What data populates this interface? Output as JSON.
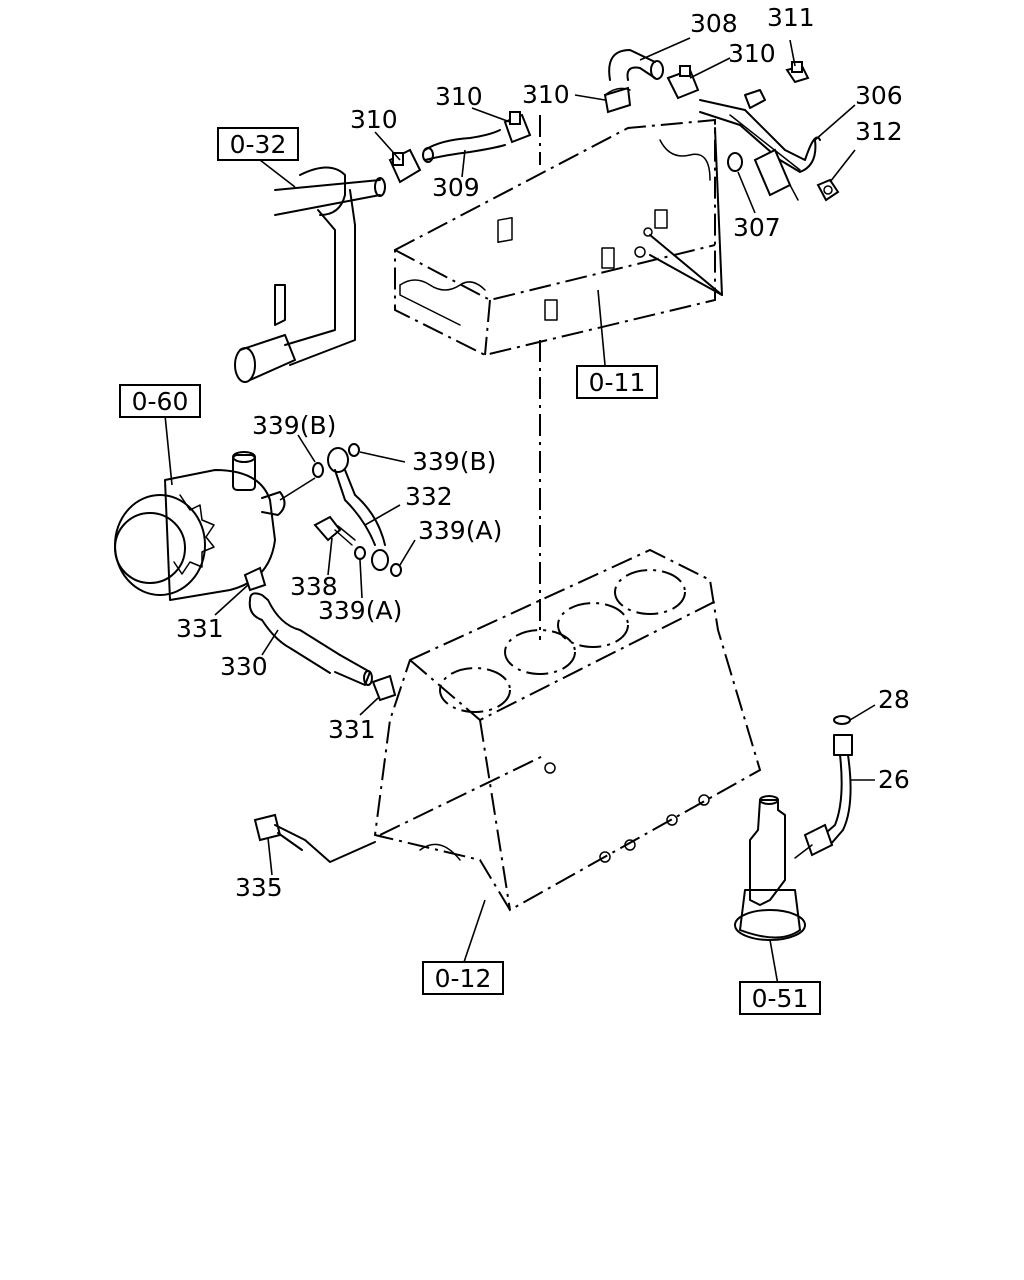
{
  "ref_boxes": [
    {
      "id": "ref-0-32",
      "text": "0-32"
    },
    {
      "id": "ref-0-11",
      "text": "0-11"
    },
    {
      "id": "ref-0-60",
      "text": "0-60"
    },
    {
      "id": "ref-0-12",
      "text": "0-12"
    },
    {
      "id": "ref-0-51",
      "text": "0-51"
    }
  ],
  "part_labels": [
    {
      "id": "p308",
      "text": "308"
    },
    {
      "id": "p311",
      "text": "311"
    },
    {
      "id": "p310a",
      "text": "310"
    },
    {
      "id": "p310b",
      "text": "310"
    },
    {
      "id": "p310c",
      "text": "310"
    },
    {
      "id": "p310d",
      "text": "310"
    },
    {
      "id": "p306",
      "text": "306"
    },
    {
      "id": "p312",
      "text": "312"
    },
    {
      "id": "p309",
      "text": "309"
    },
    {
      "id": "p307",
      "text": "307"
    },
    {
      "id": "p339b1",
      "text": "339(B)"
    },
    {
      "id": "p339b2",
      "text": "339(B)"
    },
    {
      "id": "p332",
      "text": "332"
    },
    {
      "id": "p339a1",
      "text": "339(A)"
    },
    {
      "id": "p338",
      "text": "338"
    },
    {
      "id": "p339a2",
      "text": "339(A)"
    },
    {
      "id": "p331a",
      "text": "331"
    },
    {
      "id": "p330",
      "text": "330"
    },
    {
      "id": "p331b",
      "text": "331"
    },
    {
      "id": "p28",
      "text": "28"
    },
    {
      "id": "p26",
      "text": "26"
    },
    {
      "id": "p335",
      "text": "335"
    }
  ]
}
